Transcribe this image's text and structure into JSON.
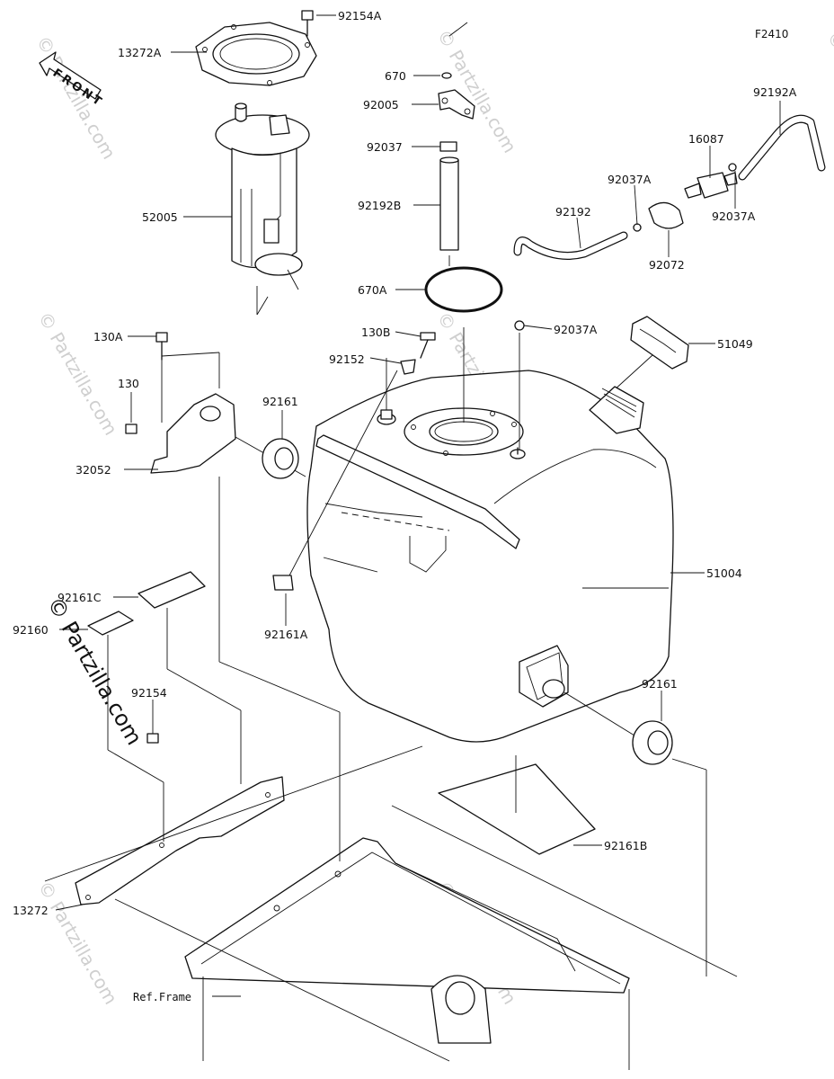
{
  "figure_code": "F2410",
  "front_label": "FRONT",
  "watermark": "© Partzilla.com",
  "ref_frame_label": "Ref.Frame",
  "parts": [
    {
      "number": "92154A",
      "name_key": "bolt-fuel-pump-cover"
    },
    {
      "number": "13272A",
      "name_key": "fuel-pump-gasket-plate"
    },
    {
      "number": "52005",
      "name_key": "fuel-pump-assembly"
    },
    {
      "number": "670",
      "name_key": "o-ring-small"
    },
    {
      "number": "92005",
      "name_key": "fitting"
    },
    {
      "number": "92037",
      "name_key": "clamp"
    },
    {
      "number": "92192B",
      "name_key": "tube-vertical"
    },
    {
      "number": "670A",
      "name_key": "o-ring-large"
    },
    {
      "number": "130A",
      "name_key": "flange-bolt-a"
    },
    {
      "number": "130",
      "name_key": "flange-bolt"
    },
    {
      "number": "32052",
      "name_key": "bracket"
    },
    {
      "number": "92161",
      "name_key": "damper-upper"
    },
    {
      "number": "130B",
      "name_key": "bolt-b"
    },
    {
      "number": "92152",
      "name_key": "collar"
    },
    {
      "number": "92037A",
      "name_key": "clamp-a"
    },
    {
      "number": "51049",
      "name_key": "tank-cap"
    },
    {
      "number": "92192",
      "name_key": "breather-tube"
    },
    {
      "number": "92072",
      "name_key": "holder"
    },
    {
      "number": "16087",
      "name_key": "valve"
    },
    {
      "number": "92192A",
      "name_key": "breather-tube-a"
    },
    {
      "number": "51004",
      "name_key": "fuel-tank"
    },
    {
      "number": "92161A",
      "name_key": "damper-a"
    },
    {
      "number": "92161C",
      "name_key": "pad-c"
    },
    {
      "number": "92160",
      "name_key": "pad"
    },
    {
      "number": "92154",
      "name_key": "bolt"
    },
    {
      "number": "92161B",
      "name_key": "pad-b"
    },
    {
      "number": "13272",
      "name_key": "plate"
    }
  ]
}
